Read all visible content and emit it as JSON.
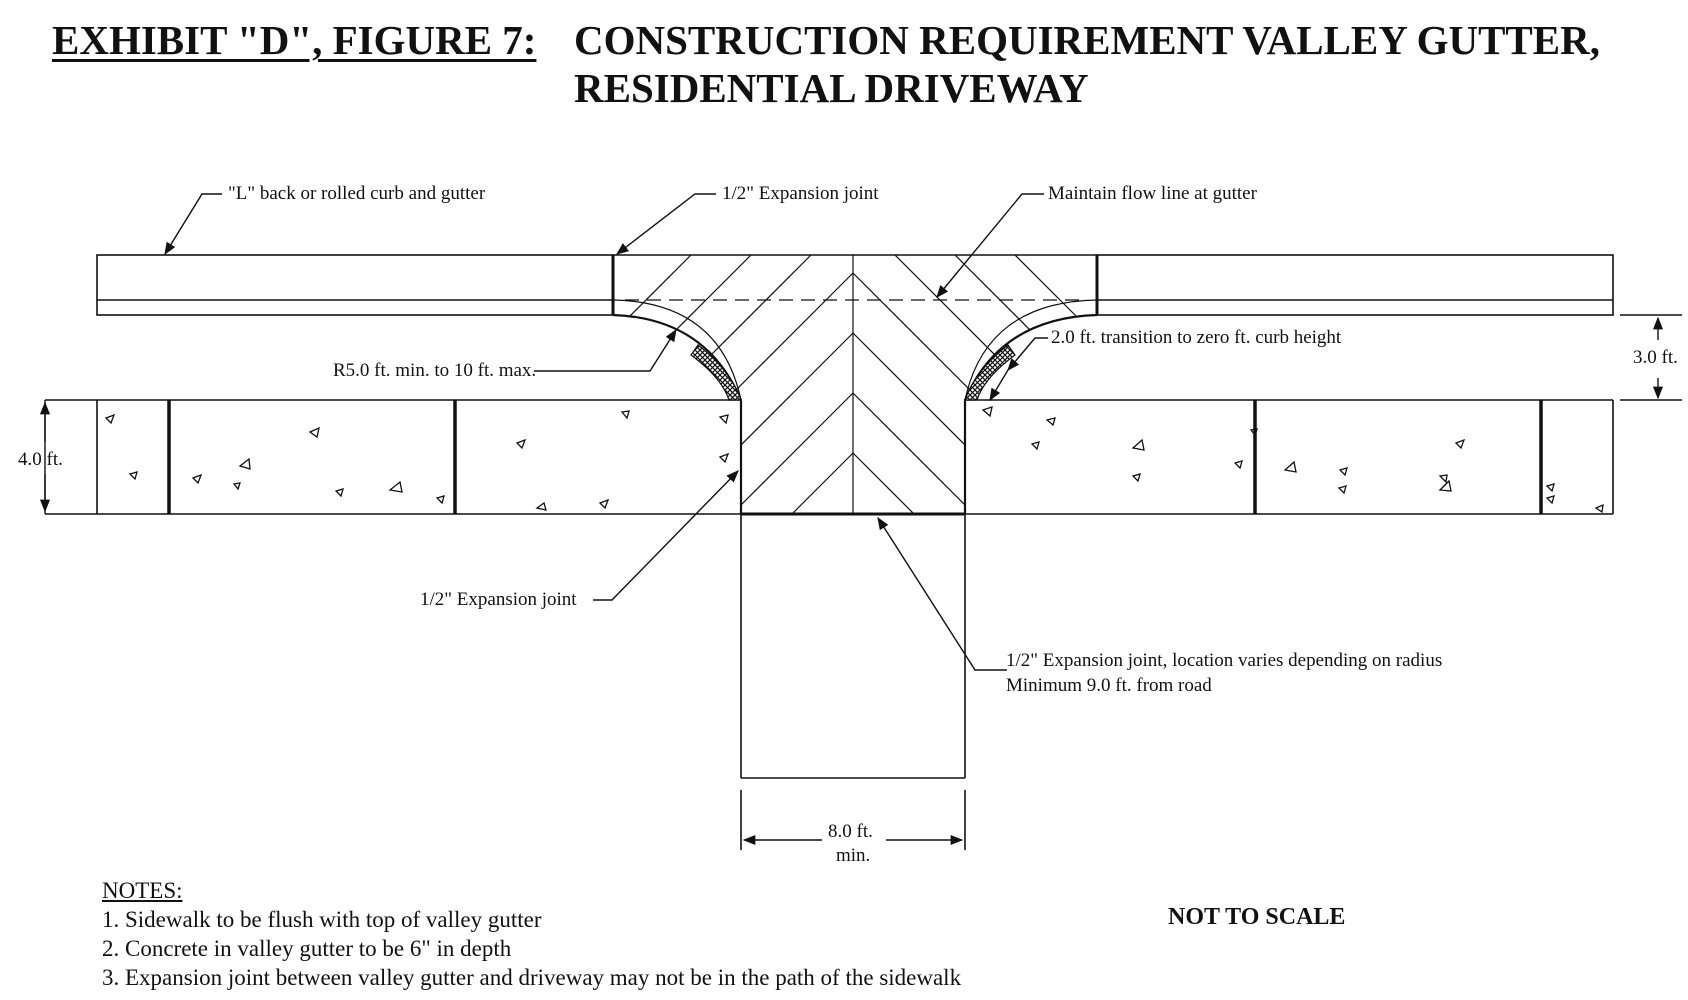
{
  "title": {
    "prefix": "EXHIBIT \"D\", FIGURE 7:",
    "line1": "CONSTRUCTION REQUIREMENT VALLEY GUTTER,",
    "line2": "RESIDENTIAL DRIVEWAY"
  },
  "labels": {
    "curb": "\"L\" back or rolled curb and gutter",
    "expansion_top": "1/2\" Expansion joint",
    "flow_line": "Maintain flow line at gutter",
    "radius": "R5.0 ft. min. to 10 ft. max.",
    "transition": "2.0 ft. transition to zero ft. curb height",
    "gutter_width": "3.0 ft.",
    "sidewalk_width": "4.0 ft.",
    "expansion_left": "1/2\" Expansion joint",
    "expansion_drive_1": "1/2\" Expansion joint, location varies depending on radius",
    "expansion_drive_2": "Minimum 9.0 ft. from road",
    "drive_width_1": "8.0 ft.",
    "drive_width_2": "min."
  },
  "notes": {
    "header": "NOTES:",
    "items": [
      "1.  Sidewalk to be flush with top of valley gutter",
      "2.  Concrete in valley gutter to be 6\" in depth",
      "3.  Expansion joint between valley gutter and driveway may not be in the path of the sidewalk"
    ]
  },
  "scale_note": "NOT TO SCALE"
}
